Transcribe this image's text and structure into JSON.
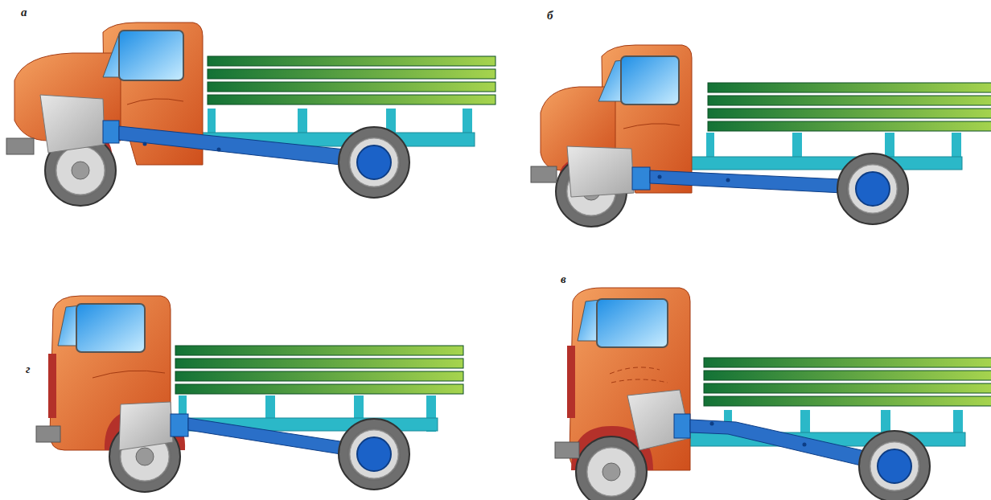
{
  "diagram": {
    "labels": [
      "а",
      "б",
      "г",
      "в"
    ]
  }
}
